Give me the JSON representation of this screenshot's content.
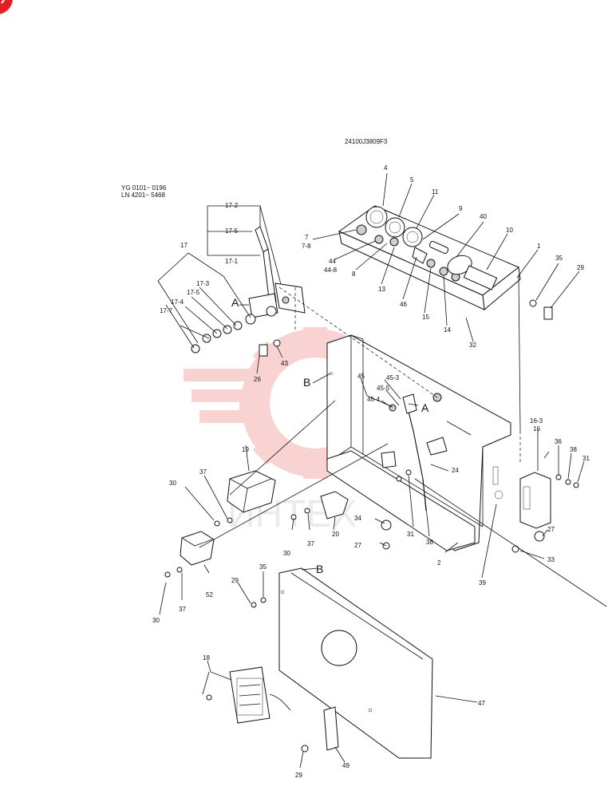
{
  "drawing_code": "24100J3809F3",
  "serial_note": [
    "YG 0101~ 0196",
    "LN 4201~ 5468"
  ],
  "watermark_text": "ИНТЕХ",
  "brand_color": "#e41e26",
  "watermark_color": "#f08080",
  "view_letters": {
    "a": "A",
    "b": "B"
  },
  "callouts": {
    "c1": "1",
    "c2": "2",
    "c4": "4",
    "c5": "5",
    "c7": "7",
    "c7_8": "7-8",
    "c8": "8",
    "c9": "9",
    "c10": "10",
    "c11": "11",
    "c13": "13",
    "c14": "14",
    "c15": "15",
    "c16": "16",
    "c16_3": "16-3",
    "c17": "17",
    "c17_1": "17-1",
    "c17_2": "17-2",
    "c17_3": "17-3",
    "c17_4": "17-4",
    "c17_5a": "17-5",
    "c17_5b": "17-5",
    "c17_7": "17-7",
    "c18": "18",
    "c19": "19",
    "c20": "20",
    "c24": "24",
    "c26": "26",
    "c27a": "27",
    "c27b": "27",
    "c29a": "29",
    "c29b": "29",
    "c29c": "29",
    "c30a": "30",
    "c30b": "30",
    "c30c": "30",
    "c31a": "31",
    "c31b": "31",
    "c32": "32",
    "c33": "33",
    "c34": "34",
    "c35a": "35",
    "c35b": "35",
    "c36": "36",
    "c37a": "37",
    "c37b": "37",
    "c37c": "37",
    "c38a": "38",
    "c38b": "38",
    "c39": "39",
    "c40": "40",
    "c43": "43",
    "c44": "44",
    "c44_8": "44-8",
    "c45": "45",
    "c45_3": "45-3",
    "c45_4": "45-4",
    "c45_5": "45-5",
    "c46": "46",
    "c47": "47",
    "c49": "49",
    "c52": "52"
  }
}
